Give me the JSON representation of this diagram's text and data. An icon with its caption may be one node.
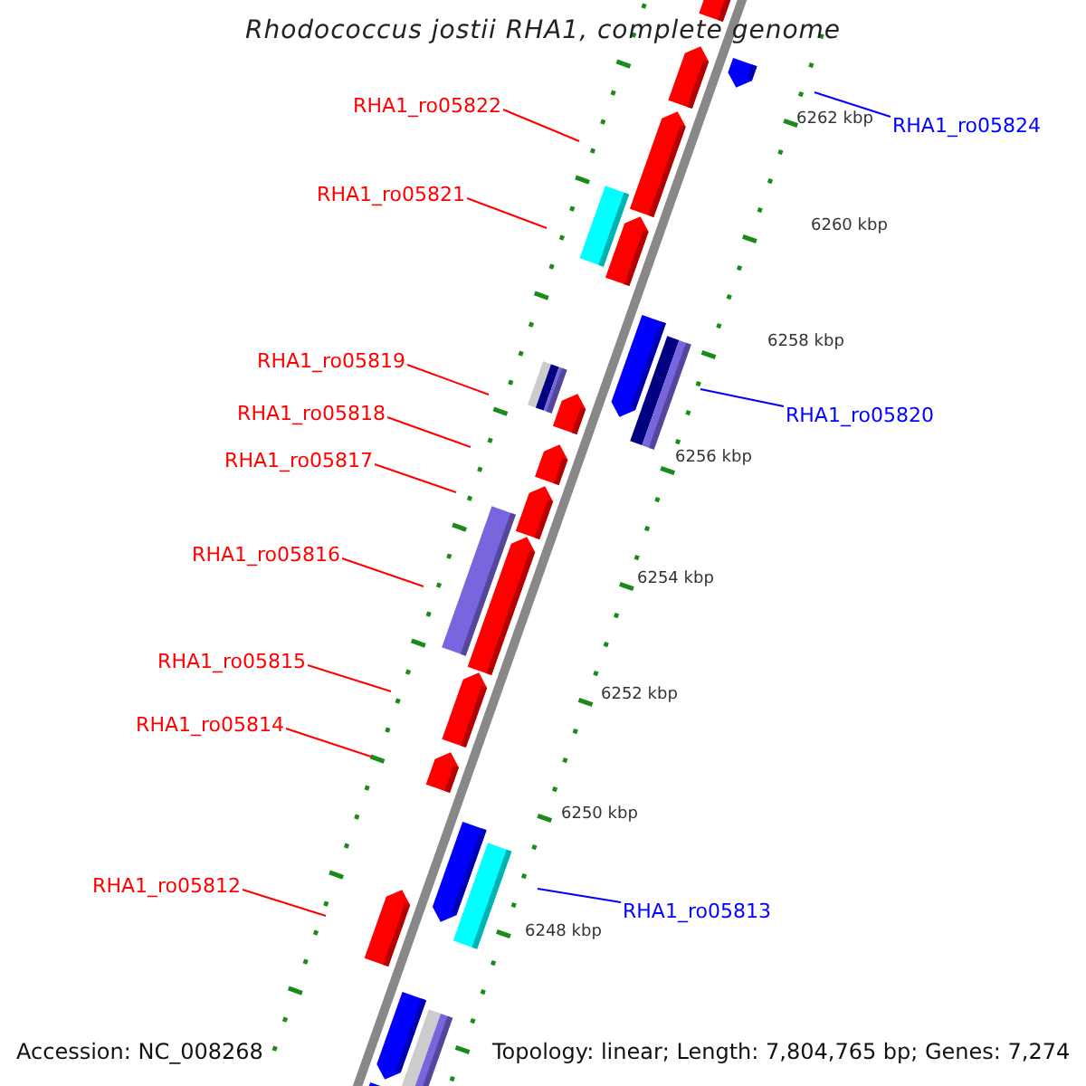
{
  "diagram": {
    "title": "Rhodococcus jostii RHA1, complete genome",
    "nodes": [
      {
        "text": [
          "RHA1_ro05822"
        ]
      },
      {
        "text": [
          "RHA1_ro05824"
        ]
      },
      {
        "text": [
          "RHA1_ro05821"
        ]
      },
      {
        "text": [
          "RHA1_ro05819"
        ]
      },
      {
        "text": [
          "RHA1_ro05818"
        ]
      },
      {
        "text": [
          "RHA1_ro05820"
        ]
      },
      {
        "text": [
          "RHA1_ro05817"
        ]
      },
      {
        "text": [
          "RHA1_ro05816"
        ]
      },
      {
        "text": [
          "RHA1_ro05815"
        ]
      },
      {
        "text": [
          "RHA1_ro05814"
        ]
      },
      {
        "text": [
          "RHA1_ro05812"
        ]
      },
      {
        "text": [
          "RHA1_ro05813"
        ]
      }
    ],
    "edges": [
      {
        "from": 0,
        "to": null,
        "arrow": "none"
      },
      {
        "from": 1,
        "to": null,
        "arrow": "none",
        "color": "#0000ff"
      },
      {
        "from": 2,
        "to": null,
        "arrow": "none"
      },
      {
        "from": 3,
        "to": null,
        "arrow": "none"
      },
      {
        "from": 4,
        "to": null,
        "arrow": "none"
      },
      {
        "from": 5,
        "to": null,
        "arrow": "none",
        "color": "#0000ff"
      },
      {
        "from": 6,
        "to": null,
        "arrow": "none"
      },
      {
        "from": 7,
        "to": null,
        "arrow": "none"
      },
      {
        "from": 8,
        "to": null,
        "arrow": "none"
      },
      {
        "from": 9,
        "to": null,
        "arrow": "none"
      },
      {
        "from": 10,
        "to": null,
        "arrow": "none"
      },
      {
        "from": 11,
        "to": null,
        "arrow": "none",
        "color": "#0000ff"
      }
    ],
    "labels": [
      "6262 kbp",
      "6260 kbp",
      "6258 kbp",
      "6256 kbp",
      "6254 kbp",
      "6252 kbp",
      "6250 kbp",
      "6248 kbp",
      "Accession: NC_008268",
      "Topology: linear; Length: 7,804,765 bp; Genes: 7,274"
    ]
  }
}
